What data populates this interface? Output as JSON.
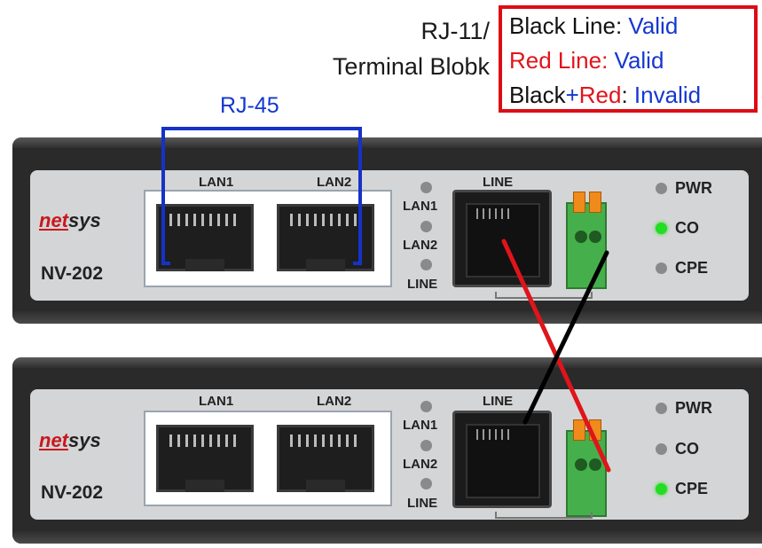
{
  "callout": {
    "line1": "RJ-11/",
    "line2": "Terminal Blobk"
  },
  "legend": {
    "row1_black": "Black Line: ",
    "row1_blue": "Valid",
    "row2_red": "Red Line: ",
    "row2_blue": "Valid",
    "row3_black": "Black",
    "row3_plus": "+",
    "row3_red": "Red",
    "row3_colon": ": ",
    "row3_blue": "Invalid"
  },
  "rj45_label": "RJ-45",
  "colors": {
    "legend_border": "#dd0c14",
    "valid_text": "#1537d0",
    "red_line": "#e0141b",
    "black_line": "#000000",
    "led_on": "#22dd22",
    "led_off": "#8a8a8a"
  },
  "units": [
    {
      "brand_prefix": "net",
      "brand_suffix": "sys",
      "model": "NV-202",
      "lan1": "LAN1",
      "lan2": "LAN2",
      "led_labels": {
        "lan1": "LAN1",
        "lan2": "LAN2",
        "line": "LINE"
      },
      "line_port": "LINE",
      "status": {
        "pwr": "PWR",
        "co": "CO",
        "cpe": "CPE"
      },
      "active_led": "CO"
    },
    {
      "brand_prefix": "net",
      "brand_suffix": "sys",
      "model": "NV-202",
      "lan1": "LAN1",
      "lan2": "LAN2",
      "led_labels": {
        "lan1": "LAN1",
        "lan2": "LAN2",
        "line": "LINE"
      },
      "line_port": "LINE",
      "status": {
        "pwr": "PWR",
        "co": "CO",
        "cpe": "CPE"
      },
      "active_led": "CPE"
    }
  ]
}
